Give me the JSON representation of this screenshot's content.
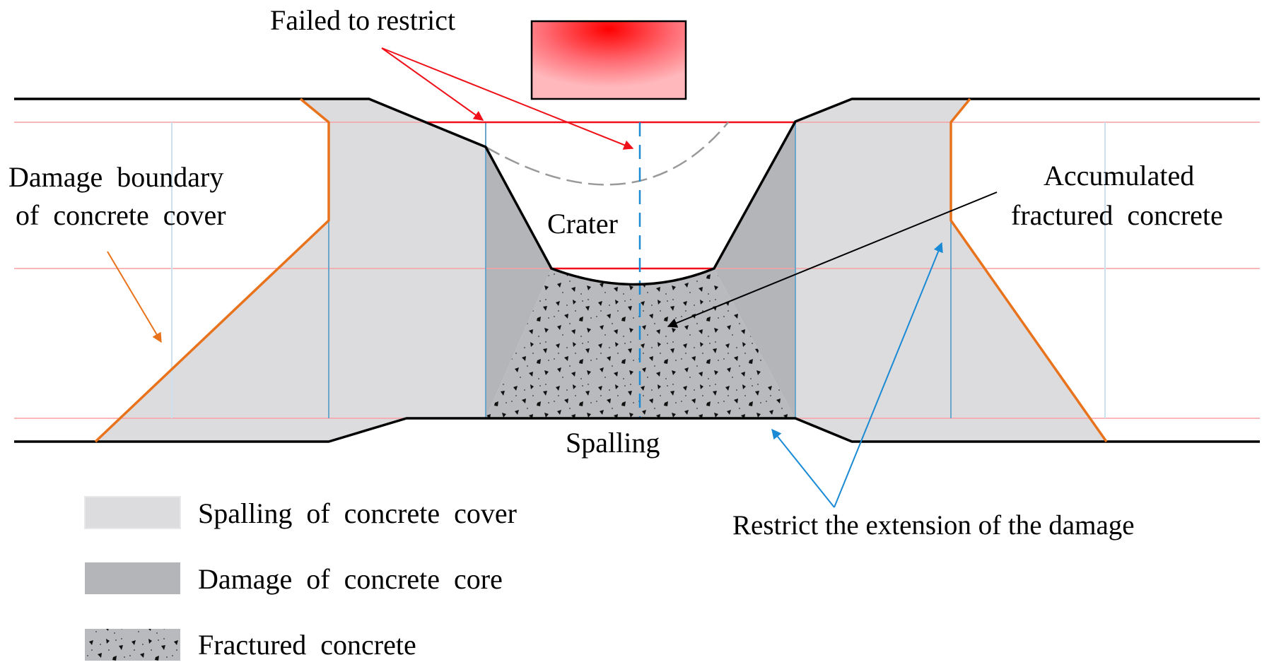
{
  "labels": {
    "failed_to_restrict": "Failed to restrict",
    "damage_boundary_line1": "Damage  boundary",
    "damage_boundary_line2": "of  concrete  cover",
    "crater": "Crater",
    "accumulated_line1": "Accumulated",
    "accumulated_line2": "fractured  concrete",
    "spalling": "Spalling",
    "restrict_extension": "Restrict the extension of the damage"
  },
  "legend": [
    {
      "label": "Spalling  of  concrete  cover",
      "swatch": "cover-spalling"
    },
    {
      "label": "Damage  of  concrete  core",
      "swatch": "core-damage"
    },
    {
      "label": "Fractured  concrete",
      "swatch": "fractured"
    }
  ],
  "colors": {
    "cover_spalling": "#dcdcde",
    "core_damage": "#b4b5b9",
    "fractured_bg": "#b9babd",
    "boundary_orange": "#e8731c",
    "annotation_red": "#f0101a",
    "annotation_blue": "#1a8ad4",
    "rebar_blue": "#6aa6cc",
    "guide_red": "#f6a0a4",
    "outline_black": "#000000",
    "charge_red": "#ff0000"
  }
}
